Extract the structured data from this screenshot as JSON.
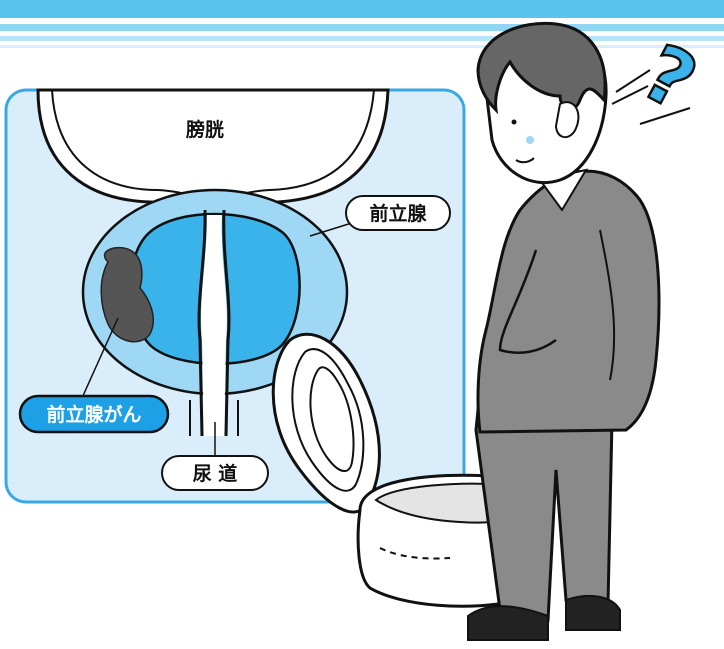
{
  "labels": {
    "bladder": "膀胱",
    "prostate": "前立腺",
    "prostate_cancer": "前立腺がん",
    "urethra": "尿 道"
  },
  "question_mark": "?",
  "colors": {
    "header_band": "#5ac3ee",
    "panel_fill": "#d9eefa",
    "panel_border": "#39a9e6",
    "prostate_outer": "#9fd8f4",
    "prostate_inner": "#3ab3ea",
    "cancer": "#555555",
    "suit": "#8a8a8a",
    "accent_blue": "#1ea0e6"
  }
}
